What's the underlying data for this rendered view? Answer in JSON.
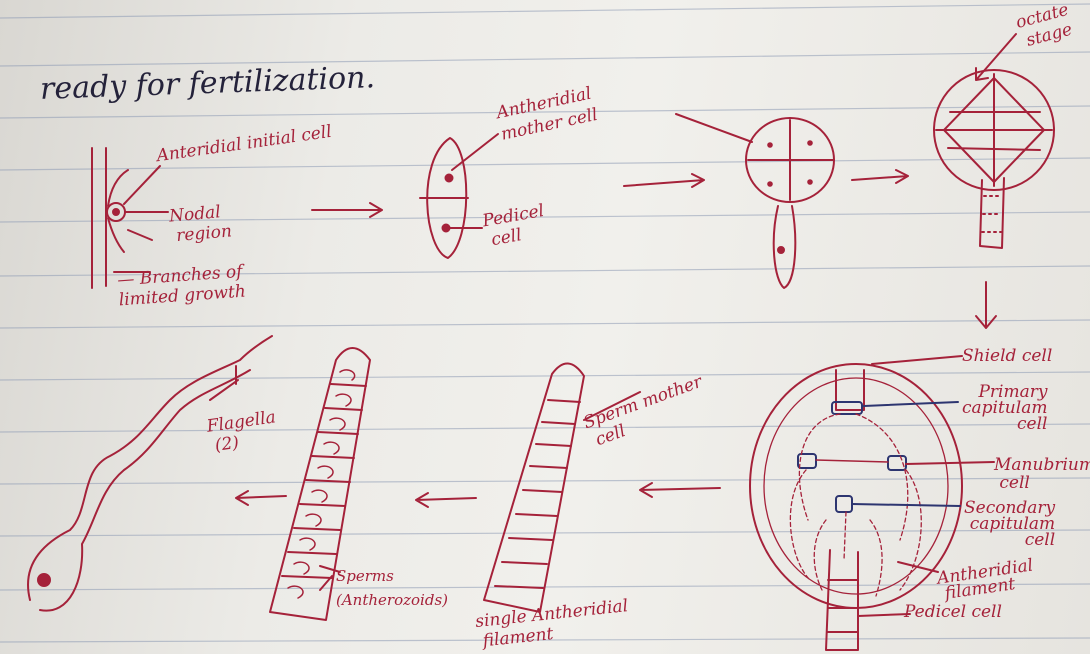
{
  "heading": "ready for fertilization.",
  "labels": {
    "antheridial_initial_cell": "Anteridial initial cell",
    "nodal_region": "Nodal\n region",
    "branches_limited_growth": "— Branches of\nlimited growth",
    "antheridial_mother_cell": "Antheridial\nmother cell",
    "pedicel_cell_1": "Pedicel\n cell",
    "octant_stage": "octate\n stage",
    "shield_cell": "Shield cell",
    "primary_capitulam_cell": "Primary\ncapitulam\n cell",
    "manubrium_cell": "Manubrium\n cell",
    "secondary_capitulam_cell": "Secondary\ncapitulam\n cell",
    "antheridial_filament_1": "Antheridial\n filament",
    "pedicel_cell_2": "Pedicel cell",
    "sperm_mother_cell": "Sperm mother\n cell",
    "single_antheridial_filament": "single Antheridial\n filament",
    "flagella": "Flagella\n (2)",
    "sperms": "Sperms\n(Antherozoids)"
  },
  "colors": {
    "ink": "#a5223a",
    "heading_ink": "#24223a",
    "box_ink": "#2d3570",
    "paper": "#ecebe7",
    "rule_lines": "#8f9cb5"
  }
}
